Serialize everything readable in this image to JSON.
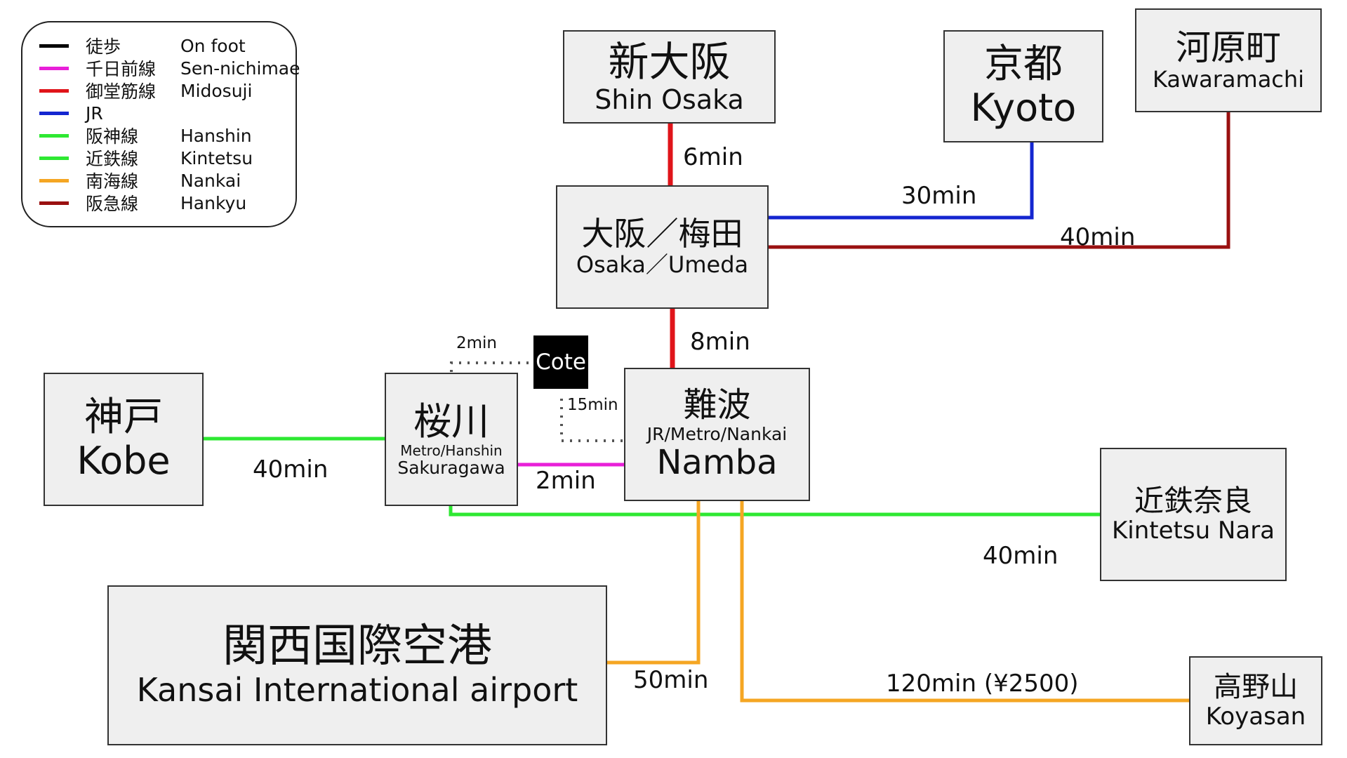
{
  "legend": {
    "items": [
      {
        "jp": "徒歩",
        "en": "On foot",
        "color": "#000000"
      },
      {
        "jp": "千日前線",
        "en": "Sen-nichimae",
        "color": "#e81fd8"
      },
      {
        "jp": "御堂筋線",
        "en": "Midosuji",
        "color": "#e0141a"
      },
      {
        "jp": "JR",
        "en": "",
        "color": "#1426d0"
      },
      {
        "jp": "阪神線",
        "en": "Hanshin",
        "color": "#2ee832"
      },
      {
        "jp": "近鉄線",
        "en": "Kintetsu",
        "color": "#2ee832"
      },
      {
        "jp": "南海線",
        "en": "Nankai",
        "color": "#f5a623"
      },
      {
        "jp": "阪急線",
        "en": "Hankyu",
        "color": "#9a1010"
      }
    ]
  },
  "stations": {
    "shin_osaka": {
      "jp": "新大阪",
      "en": "Shin Osaka"
    },
    "kyoto": {
      "jp": "京都",
      "en": "Kyoto"
    },
    "kawaramachi": {
      "jp": "河原町",
      "en": "Kawaramachi"
    },
    "umeda": {
      "jp": "大阪／梅田",
      "en": "Osaka／Umeda"
    },
    "kobe": {
      "jp": "神戸",
      "en": "Kobe"
    },
    "sakuragawa": {
      "jp": "桜川",
      "sub": "Metro/Hanshin",
      "en": "Sakuragawa"
    },
    "namba": {
      "jp": "難波",
      "sub": "JR/Metro/Nankai",
      "en": "Namba"
    },
    "kintetsu_nara": {
      "jp": "近鉄奈良",
      "en": "Kintetsu Nara"
    },
    "kansai_airport": {
      "jp": "関西国際空港",
      "en": "Kansai International airport"
    },
    "koyasan": {
      "jp": "高野山",
      "en": "Koyasan"
    }
  },
  "cote": {
    "label": "Cote"
  },
  "times": {
    "shin_umeda": "6min",
    "umeda_kyoto": "30min",
    "umeda_kawaramachi": "40min",
    "umeda_namba": "8min",
    "cote_sakuragawa": "2min",
    "cote_namba": "15min",
    "kobe_sakuragawa": "40min",
    "sakuragawa_namba": "2min",
    "sakuragawa_nara": "40min",
    "namba_airport": "50min",
    "namba_koyasan": "120min (¥2500)"
  },
  "colors": {
    "foot": "#555555",
    "sennichimae": "#e81fd8",
    "midosuji": "#e0141a",
    "jr": "#1426d0",
    "hanshin_kintetsu": "#2ee832",
    "nankai": "#f5a623",
    "hankyu": "#9a1010"
  }
}
